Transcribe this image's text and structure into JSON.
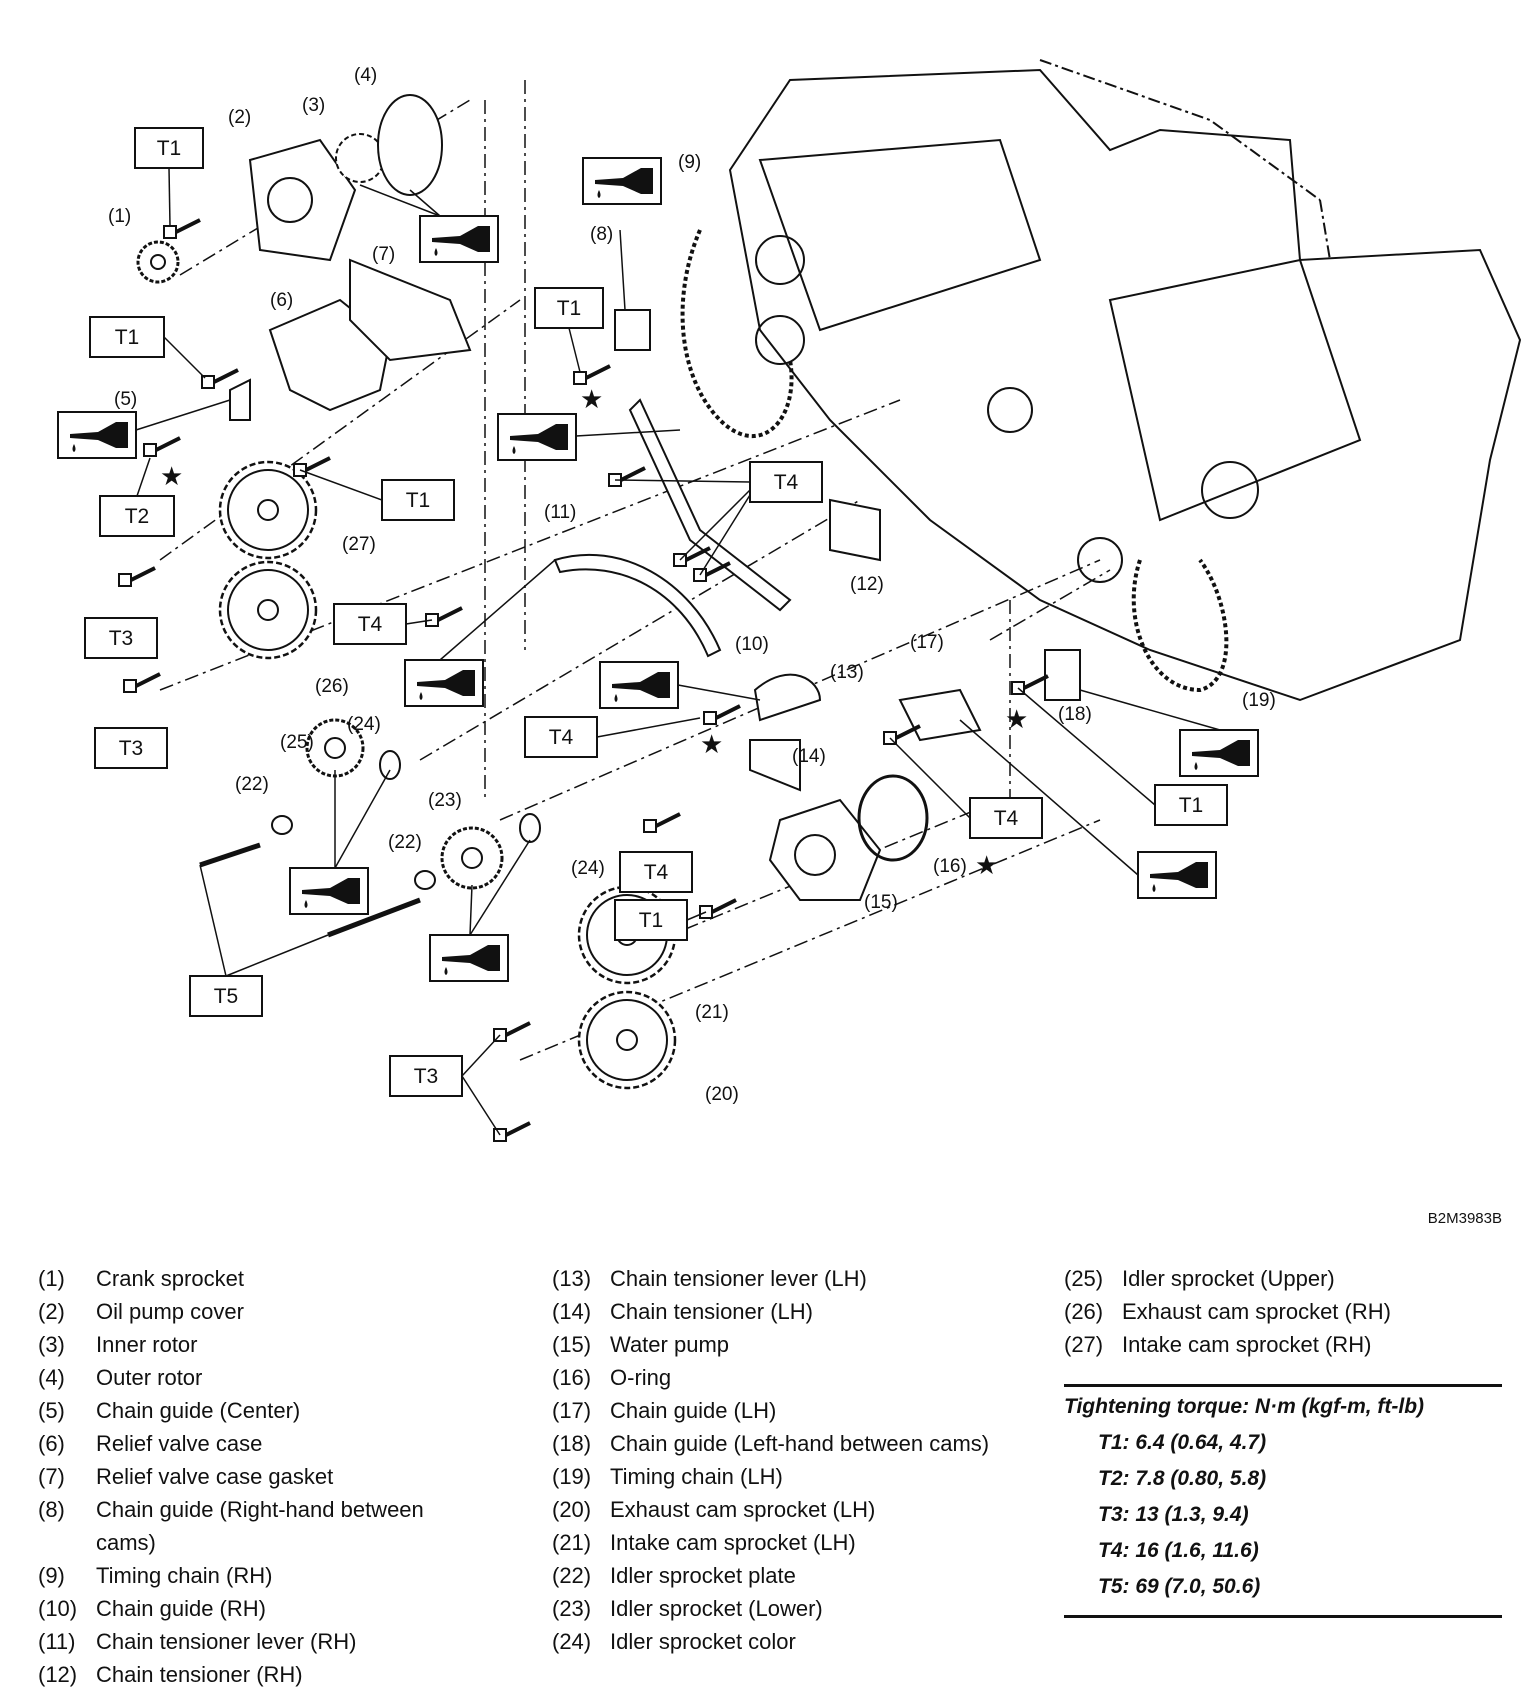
{
  "callouts": {
    "c1": "(1)",
    "c2": "(2)",
    "c3": "(3)",
    "c4": "(4)",
    "c5": "(5)",
    "c6": "(6)",
    "c7": "(7)",
    "c8": "(8)",
    "c9": "(9)",
    "c10": "(10)",
    "c11": "(11)",
    "c12": "(12)",
    "c13": "(13)",
    "c14": "(14)",
    "c15": "(15)",
    "c16": "(16)",
    "c17": "(17)",
    "c18": "(18)",
    "c19": "(19)",
    "c20": "(20)",
    "c21": "(21)",
    "c22": "(22)",
    "c23": "(23)",
    "c24": "(24)",
    "c25": "(25)",
    "c26": "(26)",
    "c27": "(27)"
  },
  "torque_tags": {
    "t1": "T1",
    "t2": "T2",
    "t3": "T3",
    "t4": "T4",
    "t5": "T5"
  },
  "figure_code": "B2M3983B",
  "legend": {
    "col1": [
      {
        "num": "(1)",
        "text": "Crank sprocket"
      },
      {
        "num": "(2)",
        "text": "Oil pump cover"
      },
      {
        "num": "(3)",
        "text": "Inner rotor"
      },
      {
        "num": "(4)",
        "text": "Outer rotor"
      },
      {
        "num": "(5)",
        "text": "Chain guide (Center)"
      },
      {
        "num": "(6)",
        "text": "Relief valve case"
      },
      {
        "num": "(7)",
        "text": "Relief valve case gasket"
      },
      {
        "num": "(8)",
        "text": "Chain guide (Right-hand between cams)"
      },
      {
        "num": "(9)",
        "text": "Timing chain (RH)"
      },
      {
        "num": "(10)",
        "text": "Chain guide (RH)"
      },
      {
        "num": "(11)",
        "text": "Chain tensioner lever (RH)"
      },
      {
        "num": "(12)",
        "text": "Chain tensioner (RH)"
      }
    ],
    "col2": [
      {
        "num": "(13)",
        "text": "Chain tensioner lever (LH)"
      },
      {
        "num": "(14)",
        "text": "Chain tensioner (LH)"
      },
      {
        "num": "(15)",
        "text": "Water pump"
      },
      {
        "num": "(16)",
        "text": "O-ring"
      },
      {
        "num": "(17)",
        "text": "Chain guide (LH)"
      },
      {
        "num": "(18)",
        "text": "Chain guide (Left-hand between cams)"
      },
      {
        "num": "(19)",
        "text": "Timing chain (LH)"
      },
      {
        "num": "(20)",
        "text": "Exhaust cam sprocket (LH)"
      },
      {
        "num": "(21)",
        "text": "Intake cam sprocket (LH)"
      },
      {
        "num": "(22)",
        "text": "Idler sprocket plate"
      },
      {
        "num": "(23)",
        "text": "Idler sprocket (Lower)"
      },
      {
        "num": "(24)",
        "text": "Idler sprocket color"
      }
    ],
    "col3": [
      {
        "num": "(25)",
        "text": "Idler sprocket (Upper)"
      },
      {
        "num": "(26)",
        "text": "Exhaust cam sprocket (RH)"
      },
      {
        "num": "(27)",
        "text": "Intake cam sprocket (RH)"
      }
    ]
  },
  "torque_spec": {
    "heading": "Tightening torque: N·m (kgf-m, ft-lb)",
    "t1": "T1: 6.4 (0.64, 4.7)",
    "t2": "T2: 7.8 (0.80, 5.8)",
    "t3": "T3: 13 (1.3, 9.4)",
    "t4": "T4: 16 (1.6, 11.6)",
    "t5": "T5: 69 (7.0, 50.6)"
  }
}
